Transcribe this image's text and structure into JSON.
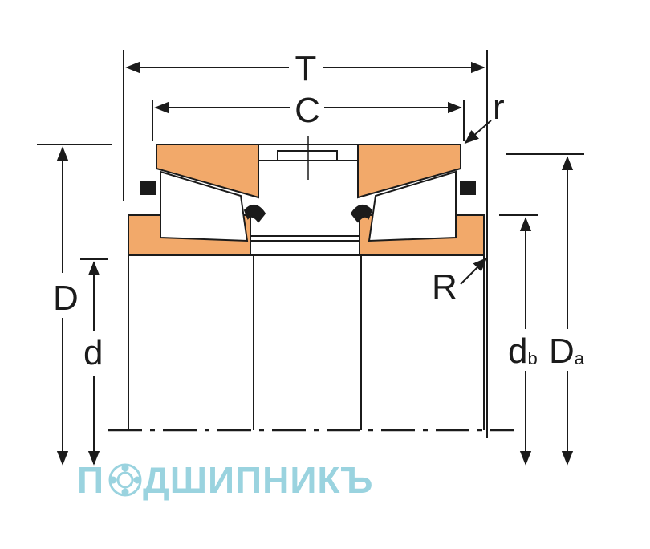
{
  "labels": {
    "T": "T",
    "C": "C",
    "r": "r",
    "R": "R",
    "D": "D",
    "d": "d",
    "db_main": "d",
    "db_sub": "b",
    "Da_main": "D",
    "Da_sub": "a"
  },
  "watermark": {
    "prefix": "П",
    "suffix": "ДШИПНИКЪ"
  },
  "colors": {
    "ring": "#f2a96a",
    "ring_dark": "#e58f45",
    "line": "#1b1b1b",
    "watermark": "#9ad3df"
  }
}
